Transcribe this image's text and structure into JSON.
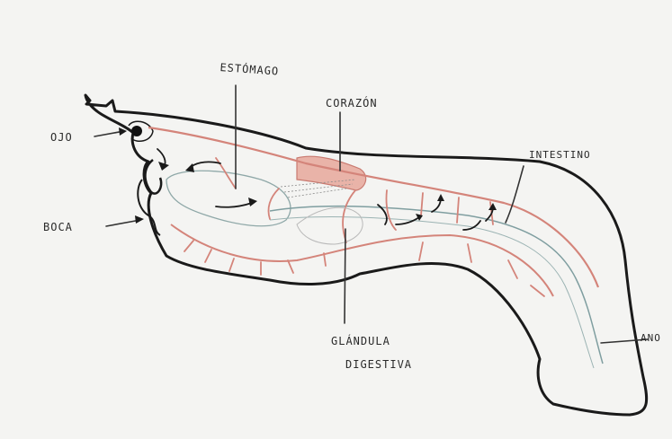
{
  "labels": {
    "ojo": "OJO",
    "boca": "BOCA",
    "estomago": "ESTÓMAGO",
    "corazon": "CORAZÓN",
    "intestino": "INTESTINO",
    "glandula_line1": "GLÁNDULA",
    "glandula_line2": "DIGESTIVA",
    "ano": "ANO"
  },
  "colors": {
    "background": "#f4f4f2",
    "outline": "#1a1a1a",
    "vessels": "#d4847a",
    "heart_fill": "#e9b3a8",
    "gut": "#7f9ea0",
    "pointer": "#333333"
  }
}
